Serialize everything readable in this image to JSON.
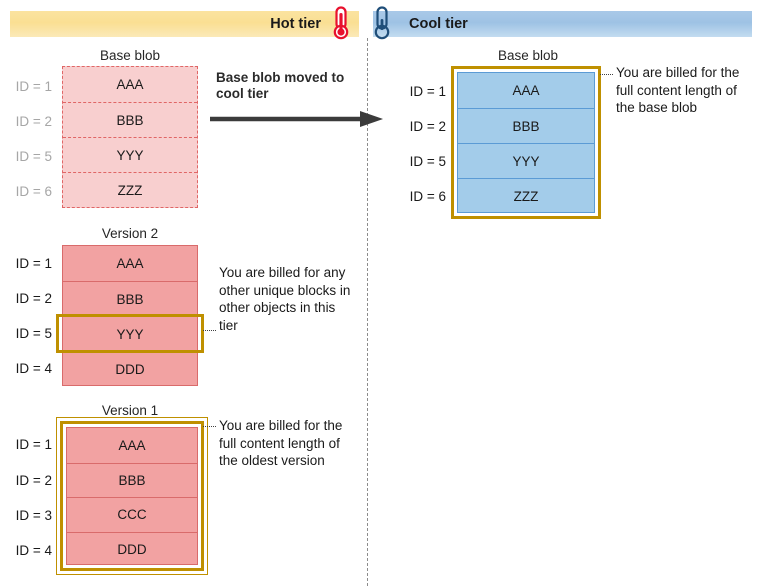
{
  "banners": {
    "hot": {
      "label": "Hot tier",
      "icon": "thermometer-hot-icon",
      "color": "#fadf93"
    },
    "cool": {
      "label": "Cool tier",
      "icon": "thermometer-cool-icon",
      "color": "#9ec2e4"
    }
  },
  "transition": {
    "caption": "Base blob moved to cool tier",
    "arrow": "arrow-right-icon"
  },
  "hot_tier": {
    "blobs": [
      {
        "title": "Base blob",
        "style": "dashed-faded",
        "dimmed_ids": true,
        "highlight": "none",
        "rows": [
          {
            "id": "ID = 1",
            "block": "AAA"
          },
          {
            "id": "ID = 2",
            "block": "BBB"
          },
          {
            "id": "ID = 5",
            "block": "YYY"
          },
          {
            "id": "ID = 6",
            "block": "ZZZ"
          }
        ]
      },
      {
        "title": "Version 2",
        "style": "solid-pink",
        "dimmed_ids": false,
        "highlight": "row-3",
        "rows": [
          {
            "id": "ID = 1",
            "block": "AAA"
          },
          {
            "id": "ID = 2",
            "block": "BBB"
          },
          {
            "id": "ID = 5",
            "block": "YYY"
          },
          {
            "id": "ID = 4",
            "block": "DDD"
          }
        ]
      },
      {
        "title": "Version 1",
        "style": "solid-pink",
        "dimmed_ids": false,
        "highlight": "whole-table",
        "rows": [
          {
            "id": "ID = 1",
            "block": "AAA"
          },
          {
            "id": "ID = 2",
            "block": "BBB"
          },
          {
            "id": "ID = 3",
            "block": "CCC"
          },
          {
            "id": "ID = 4",
            "block": "DDD"
          }
        ]
      }
    ]
  },
  "cool_tier": {
    "blobs": [
      {
        "title": "Base blob",
        "style": "solid-blue",
        "dimmed_ids": false,
        "highlight": "whole-table",
        "rows": [
          {
            "id": "ID = 1",
            "block": "AAA"
          },
          {
            "id": "ID = 2",
            "block": "BBB"
          },
          {
            "id": "ID = 5",
            "block": "YYY"
          },
          {
            "id": "ID = 6",
            "block": "ZZZ"
          }
        ]
      }
    ]
  },
  "annotations": {
    "cool_base_blob": "You are billed for the full content length of the base blob",
    "version2": "You are billed for any other unique blocks in other objects in this tier",
    "version1": "You are billed for the full content length of the oldest version"
  },
  "colors": {
    "hot_banner": "#fadf93",
    "cool_banner": "#9ec2e4",
    "pink_fill": "#f2a2a2",
    "pink_faded_fill": "#f8cfcf",
    "pink_border": "#d96b6b",
    "blue_fill": "#a3ccea",
    "blue_border": "#5b9bd5",
    "gold_highlight": "#bf9000",
    "thermo_hot": "#e8112d",
    "thermo_cool": "#1f4e79",
    "divider": "#8c8c8c"
  }
}
